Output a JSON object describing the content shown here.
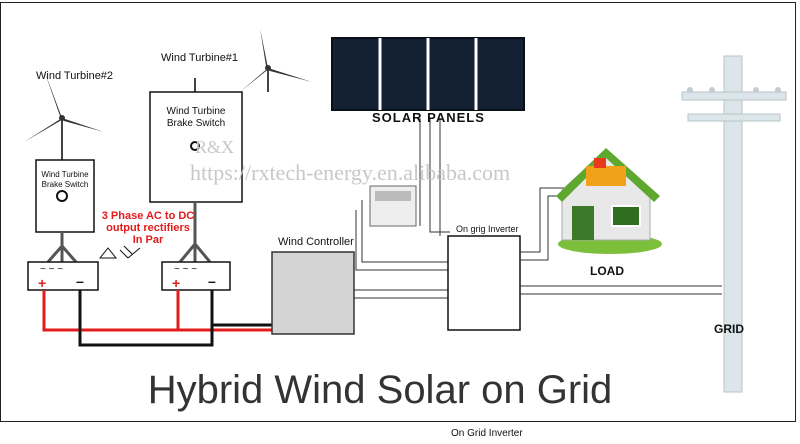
{
  "title": "Hybrid Wind Solar on Grid",
  "caption": "On Grid Inverter",
  "watermark": {
    "brand": "R&X",
    "url": "https://rxtech-energy.en.alibaba.com"
  },
  "labels": {
    "turbine2": "Wind Turbine#2",
    "turbine1": "Wind Turbine#1",
    "brake_small_line1": "Wind Turbine",
    "brake_small_line2": "Brake Switch",
    "brake_big_line1": "Wind Turbine",
    "brake_big_line2": "Brake Switch",
    "rectifier_line1": "3 Phase AC to DC",
    "rectifier_line2": "output rectifiers",
    "rectifier_line3": "In Par",
    "solar": "SOLAR PANELS",
    "controller": "Wind Controller",
    "inverter": "On grig Inverter",
    "load": "LOAD",
    "grid": "GRID"
  },
  "colors": {
    "positive": "#e21b1b",
    "negative": "#111111",
    "roof": "#5fa830"
  }
}
